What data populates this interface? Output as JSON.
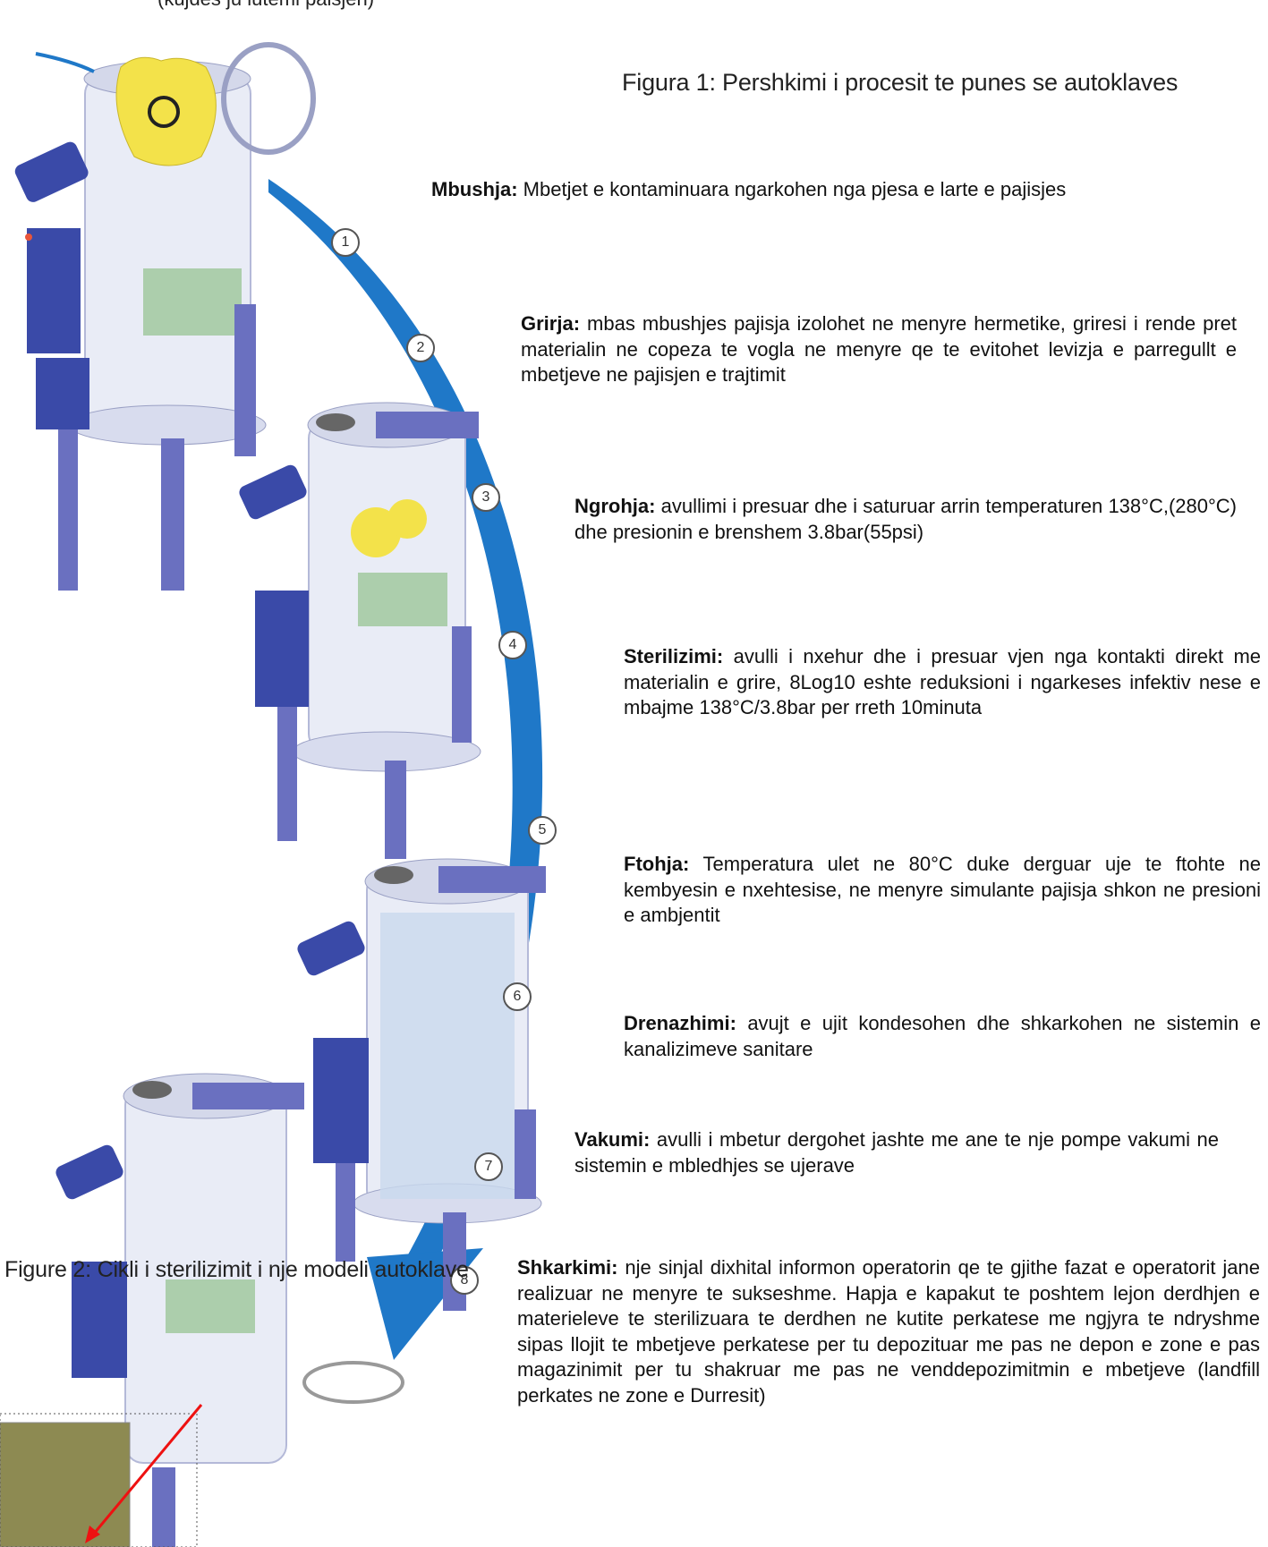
{
  "top_note": "(kujdes ju lutemi paisjen)",
  "figure1_caption": "Figura 1:  Pershkimi i procesit te punes se autoklaves",
  "figure2_caption": "Figure 2:  Cikli i sterilizimit i nje modeli autoklave",
  "steps": [
    {
      "num": "1",
      "title": "Mbushja:",
      "text": " Mbetjet e kontaminuara ngarkohen nga pjesa e larte e pajisjes"
    },
    {
      "num": "2",
      "title": "Grirja:",
      "text": "  mbas mbushjes pajisja izolohet ne menyre hermetike, griresi i rende pret materialin ne copeza te vogla ne menyre qe te evitohet levizja e parregullt e mbetjeve ne pajisjen e trajtimit"
    },
    {
      "num": "3",
      "title": "Ngrohja:",
      "text": "   avullimi i presuar dhe i saturuar   arrin temperaturen 138°C,(280°C) dhe presionin e brenshem 3.8bar(55psi)"
    },
    {
      "num": "4",
      "title": "Sterilizimi:",
      "text": "  avulli i nxehur dhe i presuar vjen nga kontakti direkt me materialin e grire, 8Log10 eshte reduksioni i ngarkeses infektiv nese e mbajme 138°C/3.8bar per rreth 10minuta"
    },
    {
      "num": "5",
      "title": "Ftohja:",
      "text": " Temperatura ulet ne 80°C duke derguar uje te ftohte ne kembyesin e nxehtesise, ne menyre simulante pajisja shkon ne presioni e ambjentit"
    },
    {
      "num": "6",
      "title": "Drenazhimi:",
      "text": "  avujt e ujit kondesohen dhe shkarkohen ne sistemin e kanalizimeve sanitare"
    },
    {
      "num": "7",
      "title": "Vakumi:",
      "text": "  avulli i mbetur dergohet jashte me ane te nje pompe vakumi ne sistemin e mbledhjes se ujerave"
    },
    {
      "num": "8",
      "title": "Shkarkimi:",
      "text": "  nje sinjal dixhital informon operatorin qe te gjithe fazat e operatorit jane realizuar ne menyre te sukseshme.  Hapja e kapakut te poshtem lejon derdhjen e materieleve te sterilizuara te derdhen ne kutite perkatese me ngjyra te ndryshme sipas llojit te mbetjeve perkatese per tu depozituar me pas ne depon e zone e pas magazinimit per tu shakruar me pas ne venddepozimitmin e mbetjeve (landfill perkates ne zone e Durresit)"
    }
  ],
  "colors": {
    "arrow": "#1f78c8",
    "frame": "#5a5fb0",
    "motor": "#3a4aa8",
    "bag": "#f3e24a"
  }
}
